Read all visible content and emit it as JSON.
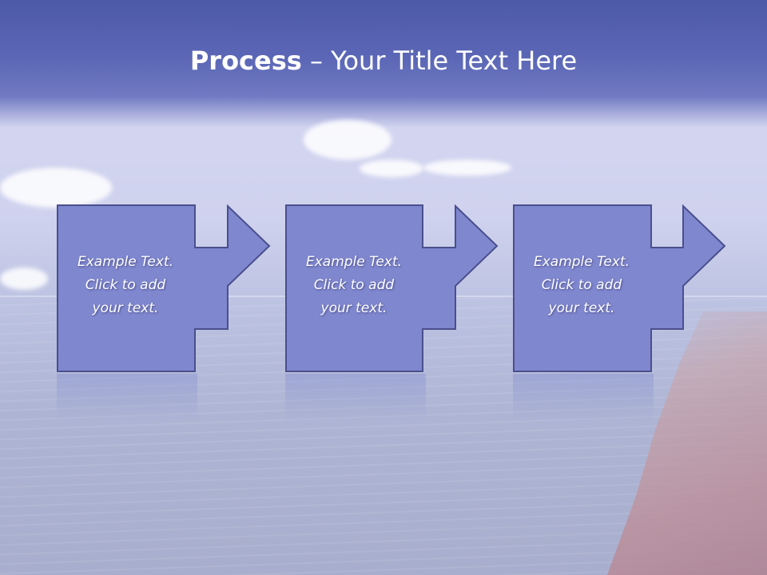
{
  "title": {
    "bold": "Process",
    "rest": " – Your Title Text Here"
  },
  "steps": [
    {
      "text": "Example Text.\nClick  to add\nyour text."
    },
    {
      "text": "Example Text.\nClick  to add\nyour text."
    },
    {
      "text": "Example Text.\nClick  to add\nyour text."
    }
  ],
  "colors": {
    "box_fill": "#7f87cf",
    "box_stroke": "#4a4f8c",
    "banner": "#5b67b6"
  }
}
